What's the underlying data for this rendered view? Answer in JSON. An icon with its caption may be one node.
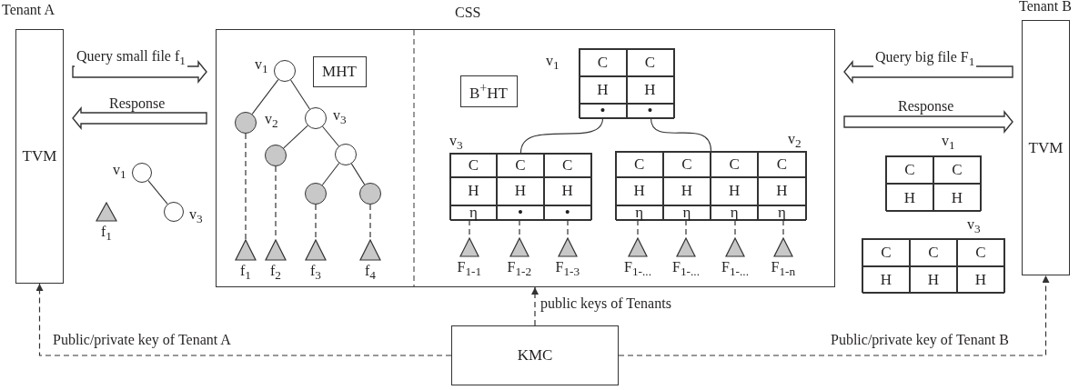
{
  "diagram": {
    "nodes": [
      {
        "text": [
          "TVM"
        ],
        "beside": [
          "Tenant A"
        ]
      },
      {
        "text": [
          "CSS"
        ]
      },
      {
        "text": [
          "MHT"
        ],
        "in": 1
      },
      {
        "text": [
          "B$^{+}$HT"
        ],
        "in": 1
      },
      {
        "text": [
          "TVM"
        ],
        "beside": [
          "Tenant B"
        ]
      },
      {
        "text": [
          "KMC"
        ]
      },
      {
        "text": [],
        "shape": "circle",
        "in": 1,
        "beside": [
          "v$_{1}$"
        ]
      },
      {
        "text": [],
        "shape": "circle",
        "in": 1,
        "beside": [
          "v$_{2}$"
        ]
      },
      {
        "text": [],
        "shape": "circle",
        "in": 1,
        "beside": [
          "v$_{3}$"
        ]
      },
      {
        "text": [],
        "shape": "circle",
        "in": 1
      },
      {
        "text": [],
        "shape": "circle",
        "in": 1
      },
      {
        "text": [],
        "shape": "circle",
        "in": 1
      },
      {
        "text": [],
        "shape": "circle",
        "in": 1
      },
      {
        "text": [],
        "shape": "triangle",
        "in": 1,
        "beside": [
          "f$_{1}$"
        ]
      },
      {
        "text": [],
        "shape": "triangle",
        "in": 1,
        "beside": [
          "f$_{2}$"
        ]
      },
      {
        "text": [],
        "shape": "triangle",
        "in": 1,
        "beside": [
          "f$_{3}$"
        ]
      },
      {
        "text": [],
        "shape": "triangle",
        "in": 1,
        "beside": [
          "f$_{4}$"
        ]
      },
      {
        "text": [
          "C",
          "C",
          "H",
          "H",
          "•",
          "•"
        ],
        "in": 1,
        "beside": [
          "v$_{1}$"
        ]
      },
      {
        "text": [
          "C",
          "C",
          "C",
          "H",
          "H",
          "H",
          "η",
          "•",
          "•"
        ],
        "in": 1,
        "beside": [
          "v$_{3}$"
        ]
      },
      {
        "text": [
          "C",
          "C",
          "C",
          "C",
          "H",
          "H",
          "H",
          "H",
          "η",
          "η",
          "η",
          "η"
        ],
        "in": 1,
        "beside": [
          "v$_{2}$"
        ]
      },
      {
        "text": [],
        "shape": "triangle",
        "in": 1,
        "beside": [
          "F$_{1-1}$"
        ]
      },
      {
        "text": [],
        "shape": "triangle",
        "in": 1,
        "beside": [
          "F$_{1-2}$"
        ]
      },
      {
        "text": [],
        "shape": "triangle",
        "in": 1,
        "beside": [
          "F$_{1-3}$"
        ]
      },
      {
        "text": [],
        "shape": "triangle",
        "in": 1,
        "beside": [
          "F$_{1-...}$"
        ]
      },
      {
        "text": [],
        "shape": "triangle",
        "in": 1,
        "beside": [
          "F$_{1-...}$"
        ]
      },
      {
        "text": [],
        "shape": "triangle",
        "in": 1,
        "beside": [
          "F$_{1-...}$"
        ]
      },
      {
        "text": [],
        "shape": "triangle",
        "in": 1,
        "beside": [
          "F$_{1-n}$"
        ]
      },
      {
        "text": [],
        "shape": "circle",
        "beside": [
          "v$_{1}$"
        ]
      },
      {
        "text": [],
        "shape": "circle",
        "beside": [
          "v$_{3}$"
        ]
      },
      {
        "text": [],
        "shape": "triangle",
        "beside": [
          "f$_{1}$"
        ]
      },
      {
        "text": [
          "C",
          "C",
          "H",
          "H"
        ],
        "beside": [
          "v$_{1}$"
        ]
      },
      {
        "text": [
          "C",
          "C",
          "C",
          "H",
          "H",
          "H"
        ],
        "beside": [
          "v$_{3}$"
        ]
      }
    ],
    "edges": [
      {
        "from": 0,
        "to": 1,
        "arrow": "to",
        "label": "Query small file f$_{1}$",
        "style": "thick"
      },
      {
        "from": 1,
        "to": 0,
        "arrow": "to",
        "label": "Response",
        "style": "thick"
      },
      {
        "from": 4,
        "to": 1,
        "arrow": "to",
        "label": "Query big file F$_{1}$",
        "style": "thick"
      },
      {
        "from": 1,
        "to": 4,
        "arrow": "to",
        "label": "Response",
        "style": "thick"
      },
      {
        "from": 5,
        "to": 0,
        "arrow": "to",
        "label": "Public/private key of Tenant A",
        "style": "dashed"
      },
      {
        "from": 5,
        "to": 1,
        "arrow": "to",
        "label": "public keys of Tenants",
        "style": "dashed"
      },
      {
        "from": 5,
        "to": 4,
        "arrow": "to",
        "label": "Public/private key of Tenant B",
        "style": "dashed"
      },
      {
        "from": 6,
        "to": 7,
        "arrow": "none"
      },
      {
        "from": 6,
        "to": 8,
        "arrow": "none"
      },
      {
        "from": 8,
        "to": 9,
        "arrow": "none"
      },
      {
        "from": 8,
        "to": 10,
        "arrow": "none"
      },
      {
        "from": 10,
        "to": 11,
        "arrow": "none"
      },
      {
        "from": 10,
        "to": 12,
        "arrow": "none"
      },
      {
        "from": 7,
        "to": 13,
        "arrow": "none",
        "style": "dashed"
      },
      {
        "from": 9,
        "to": 14,
        "arrow": "none",
        "style": "dashed"
      },
      {
        "from": 11,
        "to": 15,
        "arrow": "none",
        "style": "dashed"
      },
      {
        "from": 12,
        "to": 16,
        "arrow": "none",
        "style": "dashed"
      },
      {
        "from": 17,
        "to": 18,
        "arrow": "none"
      },
      {
        "from": 17,
        "to": 19,
        "arrow": "none"
      },
      {
        "from": 18,
        "to": 20,
        "arrow": "none",
        "style": "dashed"
      },
      {
        "from": 18,
        "to": 21,
        "arrow": "none",
        "style": "dashed"
      },
      {
        "from": 18,
        "to": 22,
        "arrow": "none",
        "style": "dashed"
      },
      {
        "from": 19,
        "to": 23,
        "arrow": "none",
        "style": "dashed"
      },
      {
        "from": 19,
        "to": 24,
        "arrow": "none",
        "style": "dashed"
      },
      {
        "from": 19,
        "to": 25,
        "arrow": "none",
        "style": "dashed"
      },
      {
        "from": 19,
        "to": 26,
        "arrow": "none",
        "style": "dashed"
      },
      {
        "from": 27,
        "to": 28,
        "arrow": "none"
      }
    ]
  }
}
